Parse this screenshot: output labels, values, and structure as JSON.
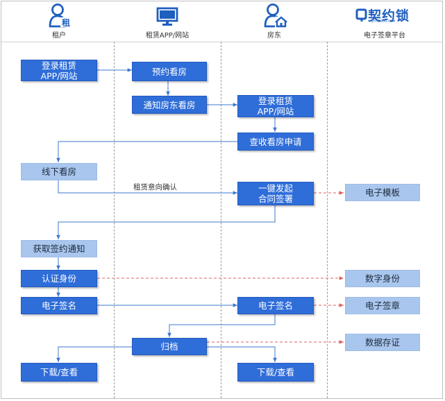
{
  "lanes": {
    "tenant": "租户",
    "platform": "租赁APP/网站",
    "landlord": "房东",
    "esign": "电子签章平台"
  },
  "logo": {
    "name": "契约锁",
    "sub": "QIYUESUO.COM"
  },
  "steps": {
    "login_tenant": "登录租赁\nAPP/网站",
    "book_viewing": "预约看房",
    "notify_landlord": "通知房东看房",
    "login_landlord": "登录租赁\nAPP/网站",
    "review_request": "查收看房申请",
    "offline_viewing": "线下看房",
    "initiate_contract": "一键发起\n合同签署",
    "get_sign_notice": "获取签约通知",
    "verify_identity": "认证身份",
    "sign_tenant": "电子签名",
    "sign_landlord": "电子签名",
    "archive": "归档",
    "download_tenant": "下载/查看",
    "download_landlord": "下载/查看"
  },
  "services": {
    "template": "电子模板",
    "digital_id": "数字身份",
    "seal": "电子签章",
    "evidence": "数据存证"
  },
  "notes": {
    "confirm_intent": "租赁意向确认"
  },
  "colors": {
    "primary_box": "#2f6dd8",
    "secondary_box": "#a9c6ee",
    "connector": "#3b78cf",
    "service_link": "#e06060"
  },
  "icons": {
    "tenant": "person-icon",
    "platform": "monitor-icon",
    "landlord": "person-house-icon"
  }
}
